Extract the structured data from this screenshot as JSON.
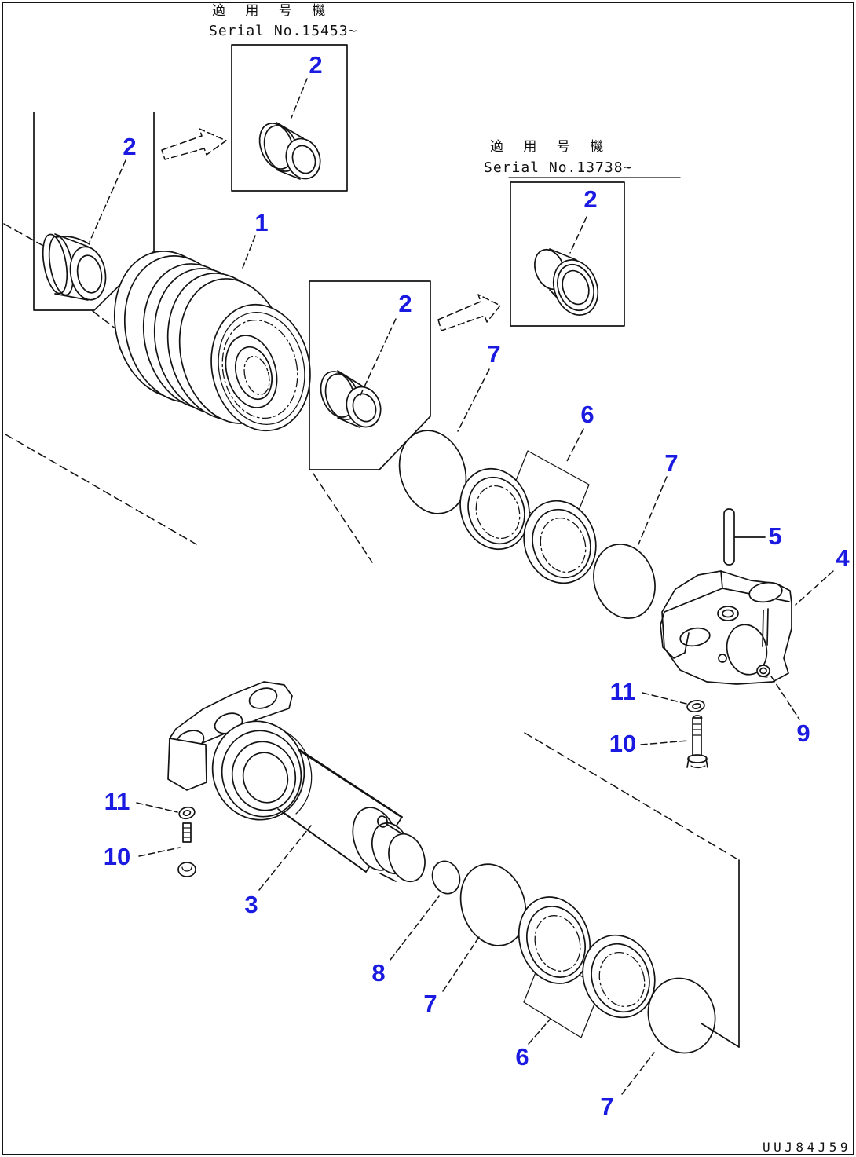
{
  "colors": {
    "label_blue": "#1a1ae0",
    "line": "#131313",
    "bg": "#ffffff"
  },
  "captions": {
    "top": {
      "jp": "適 用 号 機",
      "serial": "Serial No.15453~"
    },
    "mid": {
      "jp": "適 用 号 機",
      "serial": "Serial No.13738~"
    }
  },
  "doc_code": "UUJ84J59",
  "part_labels": [
    {
      "num": "1"
    },
    {
      "num": "2"
    },
    {
      "num": "2"
    },
    {
      "num": "2"
    },
    {
      "num": "2"
    },
    {
      "num": "3"
    },
    {
      "num": "4"
    },
    {
      "num": "5"
    },
    {
      "num": "6"
    },
    {
      "num": "6"
    },
    {
      "num": "7"
    },
    {
      "num": "7"
    },
    {
      "num": "7"
    },
    {
      "num": "7"
    },
    {
      "num": "8"
    },
    {
      "num": "9"
    },
    {
      "num": "10"
    },
    {
      "num": "10"
    },
    {
      "num": "11"
    },
    {
      "num": "11"
    }
  ]
}
